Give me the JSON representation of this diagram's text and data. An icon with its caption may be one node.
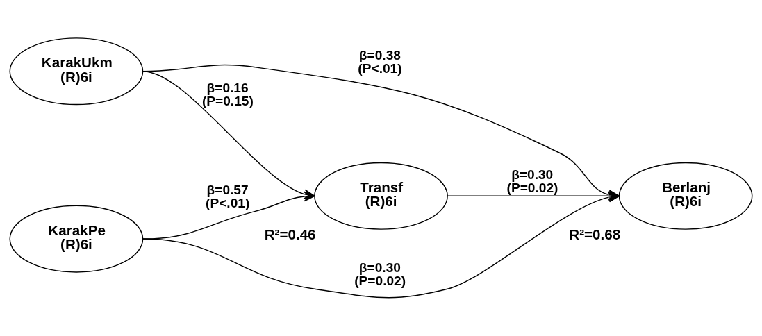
{
  "diagram": {
    "nodes": [
      {
        "text": [
          "KarakUkm (R)6i"
        ]
      },
      {
        "text": [
          "Transf (R)6i"
        ],
        "beside": [
          "R²=0.46"
        ]
      },
      {
        "text": [
          "Berlanj (R)6i"
        ],
        "beside": [
          "R²=0.68"
        ]
      },
      {
        "text": [
          "KarakPe (R)6i"
        ]
      }
    ],
    "edges": [
      {
        "from": 0,
        "to": 1,
        "arrow": "to",
        "label": "β=0.16 (P=0.15)"
      },
      {
        "from": 0,
        "to": 2,
        "arrow": "to",
        "label": "β=0.38 (P<.01)"
      },
      {
        "from": 1,
        "to": 2,
        "arrow": "to",
        "label": "β=0.30 (P=0.02)"
      },
      {
        "from": 3,
        "to": 1,
        "arrow": "to",
        "label": "β=0.57 (P<.01)"
      },
      {
        "from": 3,
        "to": 2,
        "arrow": "to",
        "label": "β=0.30 (P=0.02)"
      }
    ]
  }
}
